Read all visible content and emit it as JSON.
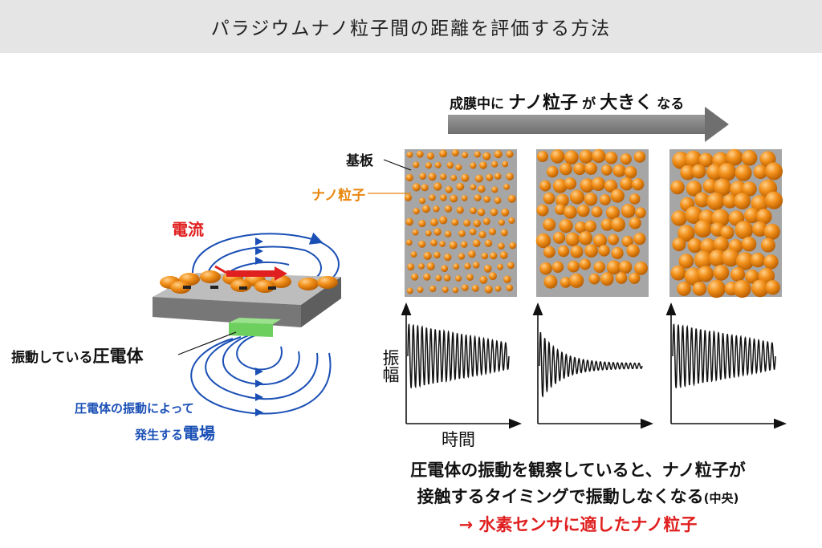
{
  "title": "パラジウムナノ粒子間の距離を評価する方法",
  "arrow_label": {
    "part1": "成膜中に",
    "part2": "ナノ粒子",
    "part3": "が",
    "part4": "大きく",
    "part5": "なる"
  },
  "labels": {
    "substrate": "基板",
    "nanoparticle": "ナノ粒子",
    "current": "電流",
    "piezo_prefix": "振動している",
    "piezo_main": "圧電体",
    "field_line1": "圧電体の振動によって",
    "field_line2_prefix": "発生する",
    "field_line2_main": "電場"
  },
  "axes": {
    "y_label": "振幅",
    "x_label": "時間"
  },
  "caption": {
    "line1": "圧電体の振動を観察していると、ナノ粒子が",
    "line2_main": "接触するタイミングで振動しなくなる",
    "line2_small": "(中央)",
    "line3": "→ 水素センサに適したナノ粒子"
  },
  "colors": {
    "title_bg": "#e5e5e5",
    "particle": "#f2901a",
    "substrate": "#a6a6a6",
    "field_lines": "#1a4fb5",
    "current": "#e02020",
    "piezo": "#6ccf5e",
    "highlight_text": "#e02020",
    "nano_label": "#e8870f",
    "field_text": "#1a4fb5"
  }
}
